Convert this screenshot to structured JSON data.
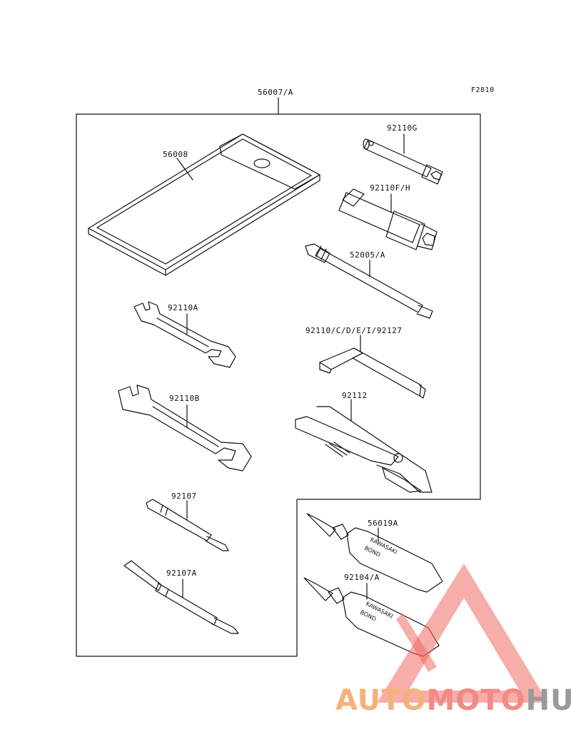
{
  "figure_code": "F2810",
  "callouts": {
    "kit": "56007/A",
    "pouch": "56008",
    "box_wrench_small": "92110G",
    "box_wrench_large": "92110F/H",
    "spark_plug_wrench_handle": "52005/A",
    "wrench_a": "92110A",
    "hex_key": "92110/C/D/E/I/92127",
    "wrench_b": "92110B",
    "pliers": "92112",
    "screwdriver": "92107",
    "screwdriver_a": "92107A",
    "bond_tube_a": "56019A",
    "bond_tube_b": "92104/A"
  },
  "tube_print": {
    "brand": "KAWASAKI",
    "product": "BOND"
  },
  "watermark": {
    "part1": "AUTO",
    "part2": "MOTO",
    "part3": "HUB",
    "colors": {
      "orange": "#f4b27a",
      "red": "#f28a85",
      "gray": "#9a9a9a"
    }
  }
}
